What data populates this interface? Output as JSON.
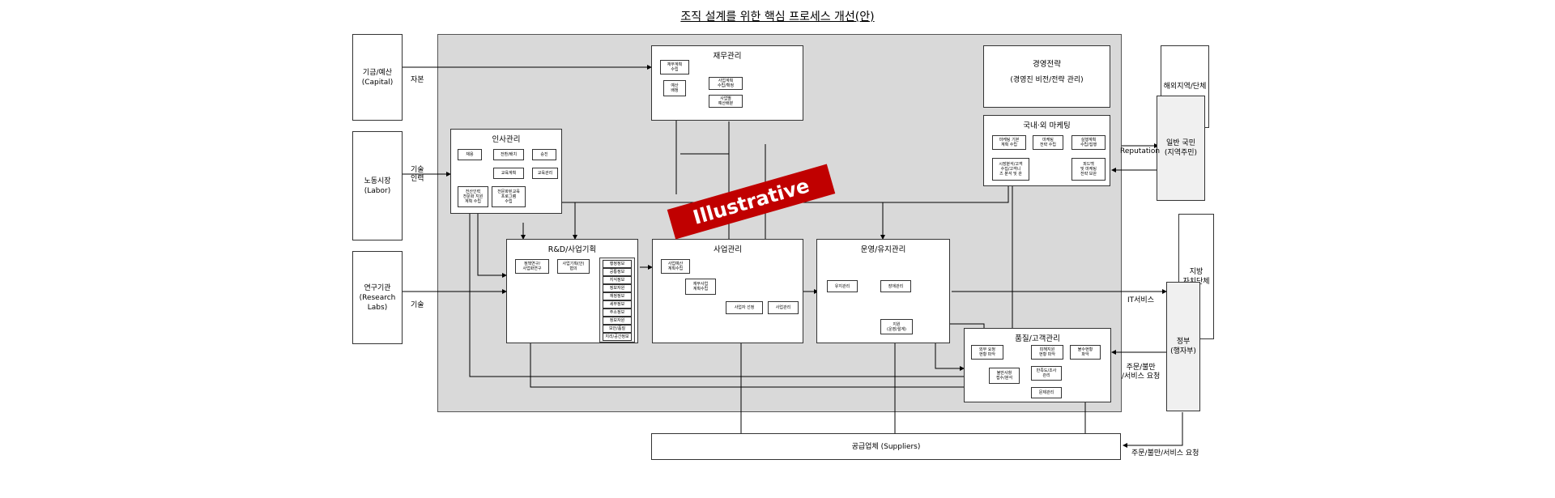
{
  "title": "조직 설계를 위한 핵심 프로세스 개선(안)",
  "external_left": [
    {
      "label": "기금/예산\n(Capital)",
      "flow": "자본"
    },
    {
      "label": "노동시장\n(Labor)",
      "flow": "기술\n인력"
    },
    {
      "label": "연구기관\n(Research Labs)",
      "flow": "기술"
    }
  ],
  "external_right": {
    "overseas": "해외지역/단체",
    "public": "일반 국민\n(지역주민)",
    "reputation": "Reputation",
    "local_gov": "지방\n자치단체",
    "gov": "정부\n(행자부)",
    "it_service": "IT서비스",
    "requests": "주문/불만\n/서비스 요청"
  },
  "suppliers": {
    "label": "공급업체 (Suppliers)",
    "flow": "주문/불만/서비스 요청"
  },
  "banner": "Illustrative",
  "blocks": {
    "finance": {
      "title": "재무관리",
      "items": [
        "재무계획\n수립",
        "예산\n배정",
        "사업계획\n수립/확정",
        "사업별\n예산배분"
      ]
    },
    "strategy": {
      "title": "경영전략",
      "subtitle": "(경영진 비전/전략 관리)"
    },
    "hr": {
      "title": "인사관리",
      "items": [
        "채용",
        "전환/배치",
        "승진",
        "교육계획",
        "교육관리",
        "전산인력\n전문화 지원\n계획 수립",
        "전문화된교육\n프로그램\n수립"
      ]
    },
    "marketing": {
      "title": "국내·외 마케팅",
      "items": [
        "마케팅 기본\n계획 수립",
        "마케팅\n전략 수립",
        "실행계획\n수립/집행",
        "시장분석/고객\n수집/고객니\n즈 분석 및 관",
        "피드백\n및 마케팅\n전략 보완"
      ]
    },
    "rnd": {
      "title": "R&D/사업기획",
      "items": [
        "정책연구/\n사업화연구",
        "사업기획(안)\n협의"
      ],
      "list": [
        "행정정보",
        "공통정보",
        "지식정보",
        "정보자원",
        "재정정보",
        "세무정보",
        "주소정보",
        "정보자원",
        "보안/품질",
        "지리/공간정보"
      ]
    },
    "business": {
      "title": "사업관리",
      "items": [
        "사업예산\n계획수립",
        "재무사업\n계획수립",
        "사업자 선정",
        "사업관리"
      ]
    },
    "operation": {
      "title": "운영/유지관리",
      "items": [
        "유지관리",
        "장애관리",
        "지원\n(운영/설계)"
      ]
    },
    "quality": {
      "title": "품질/고객관리",
      "items": [
        "외부 요청\n현황 파악",
        "피해지원\n현황 파악",
        "불수현황\n파악",
        "불만사항\n접수/분석",
        "만족도/조사\n관리",
        "문제관리"
      ]
    }
  }
}
